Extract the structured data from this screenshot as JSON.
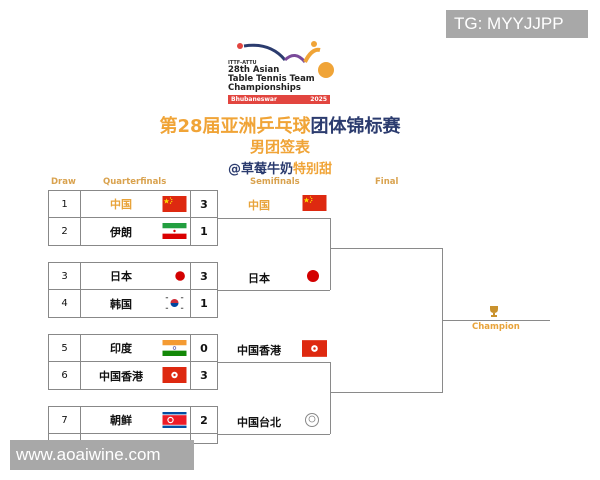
{
  "watermarks": {
    "top_right": "TG: MYYJJPP",
    "bottom_left": "www.aoaiwine.com"
  },
  "logo": {
    "org": "ITTF-ATTU",
    "line1": "28th Asian",
    "line2": "Table Tennis Team",
    "line3": "Championships",
    "city": "Bhubaneswar",
    "year": "2025"
  },
  "title": {
    "part1": "第28届亚洲乒乓球",
    "part2": "团体锦标赛"
  },
  "subtitle": "男团签表",
  "author": {
    "part1": "@草莓牛奶",
    "part2": "特别甜"
  },
  "headers": {
    "draw": "Draw",
    "quarterfinals": "Quarterfinals",
    "semifinals": "Semifinals",
    "final": "Final"
  },
  "quarterfinals": [
    {
      "draw": "1",
      "team": "中国",
      "flag": "china-flag-icon",
      "score": "3",
      "winner": true
    },
    {
      "draw": "2",
      "team": "伊朗",
      "flag": "iran-flag-icon",
      "score": "1"
    },
    {
      "draw": "3",
      "team": "日本",
      "flag": "japan-flag-icon",
      "score": "3"
    },
    {
      "draw": "4",
      "team": "韩国",
      "flag": "korea-flag-icon",
      "score": "1"
    },
    {
      "draw": "5",
      "team": "印度",
      "flag": "india-flag-icon",
      "score": "0"
    },
    {
      "draw": "6",
      "team": "中国香港",
      "flag": "hongkong-flag-icon",
      "score": "3"
    },
    {
      "draw": "7",
      "team": "朝鲜",
      "flag": "dprk-flag-icon",
      "score": "2"
    }
  ],
  "semifinals": [
    {
      "team": "中国",
      "flag": "china-flag-icon"
    },
    {
      "team": "日本",
      "flag": "japan-flag-icon"
    },
    {
      "team": "中国香港",
      "flag": "hongkong-flag-icon"
    },
    {
      "team": "中国台北",
      "flag": "chinese-taipei-flag-icon"
    }
  ],
  "final": {
    "label": "Champion",
    "icon": "trophy-icon"
  },
  "colors": {
    "gold": "#e8a33a",
    "navy": "#2b3b6e",
    "line": "#8a8a8a",
    "red": "#d9231b"
  }
}
